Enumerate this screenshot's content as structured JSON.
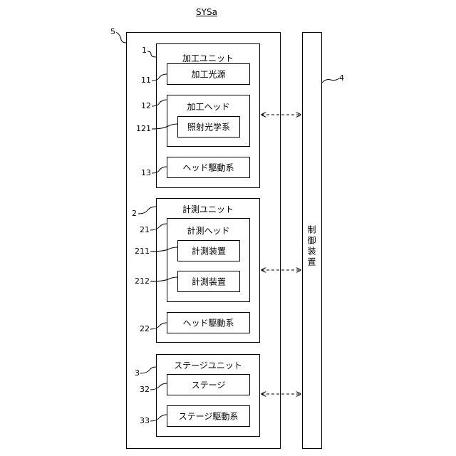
{
  "title": "SYSa",
  "outer_ref": "5",
  "controller": {
    "label": "制御装置",
    "ref": "4"
  },
  "unit1": {
    "ref": "1",
    "label": "加工ユニット",
    "light_source": {
      "ref": "11",
      "label": "加工光源"
    },
    "head": {
      "ref": "12",
      "label": "加工ヘッド",
      "optics": {
        "ref": "121",
        "label": "照射光学系"
      }
    },
    "drive": {
      "ref": "13",
      "label": "ヘッド駆動系"
    }
  },
  "unit2": {
    "ref": "2",
    "label": "計測ユニット",
    "head": {
      "ref": "21",
      "label": "計測ヘッド",
      "device1": {
        "ref": "211",
        "label": "計測装置"
      },
      "device2": {
        "ref": "212",
        "label": "計測装置"
      }
    },
    "drive": {
      "ref": "22",
      "label": "ヘッド駆動系"
    }
  },
  "unit3": {
    "ref": "3",
    "label": "ステージユニット",
    "stage": {
      "ref": "32",
      "label": "ステージ"
    },
    "drive": {
      "ref": "33",
      "label": "ステージ駆動系"
    }
  }
}
